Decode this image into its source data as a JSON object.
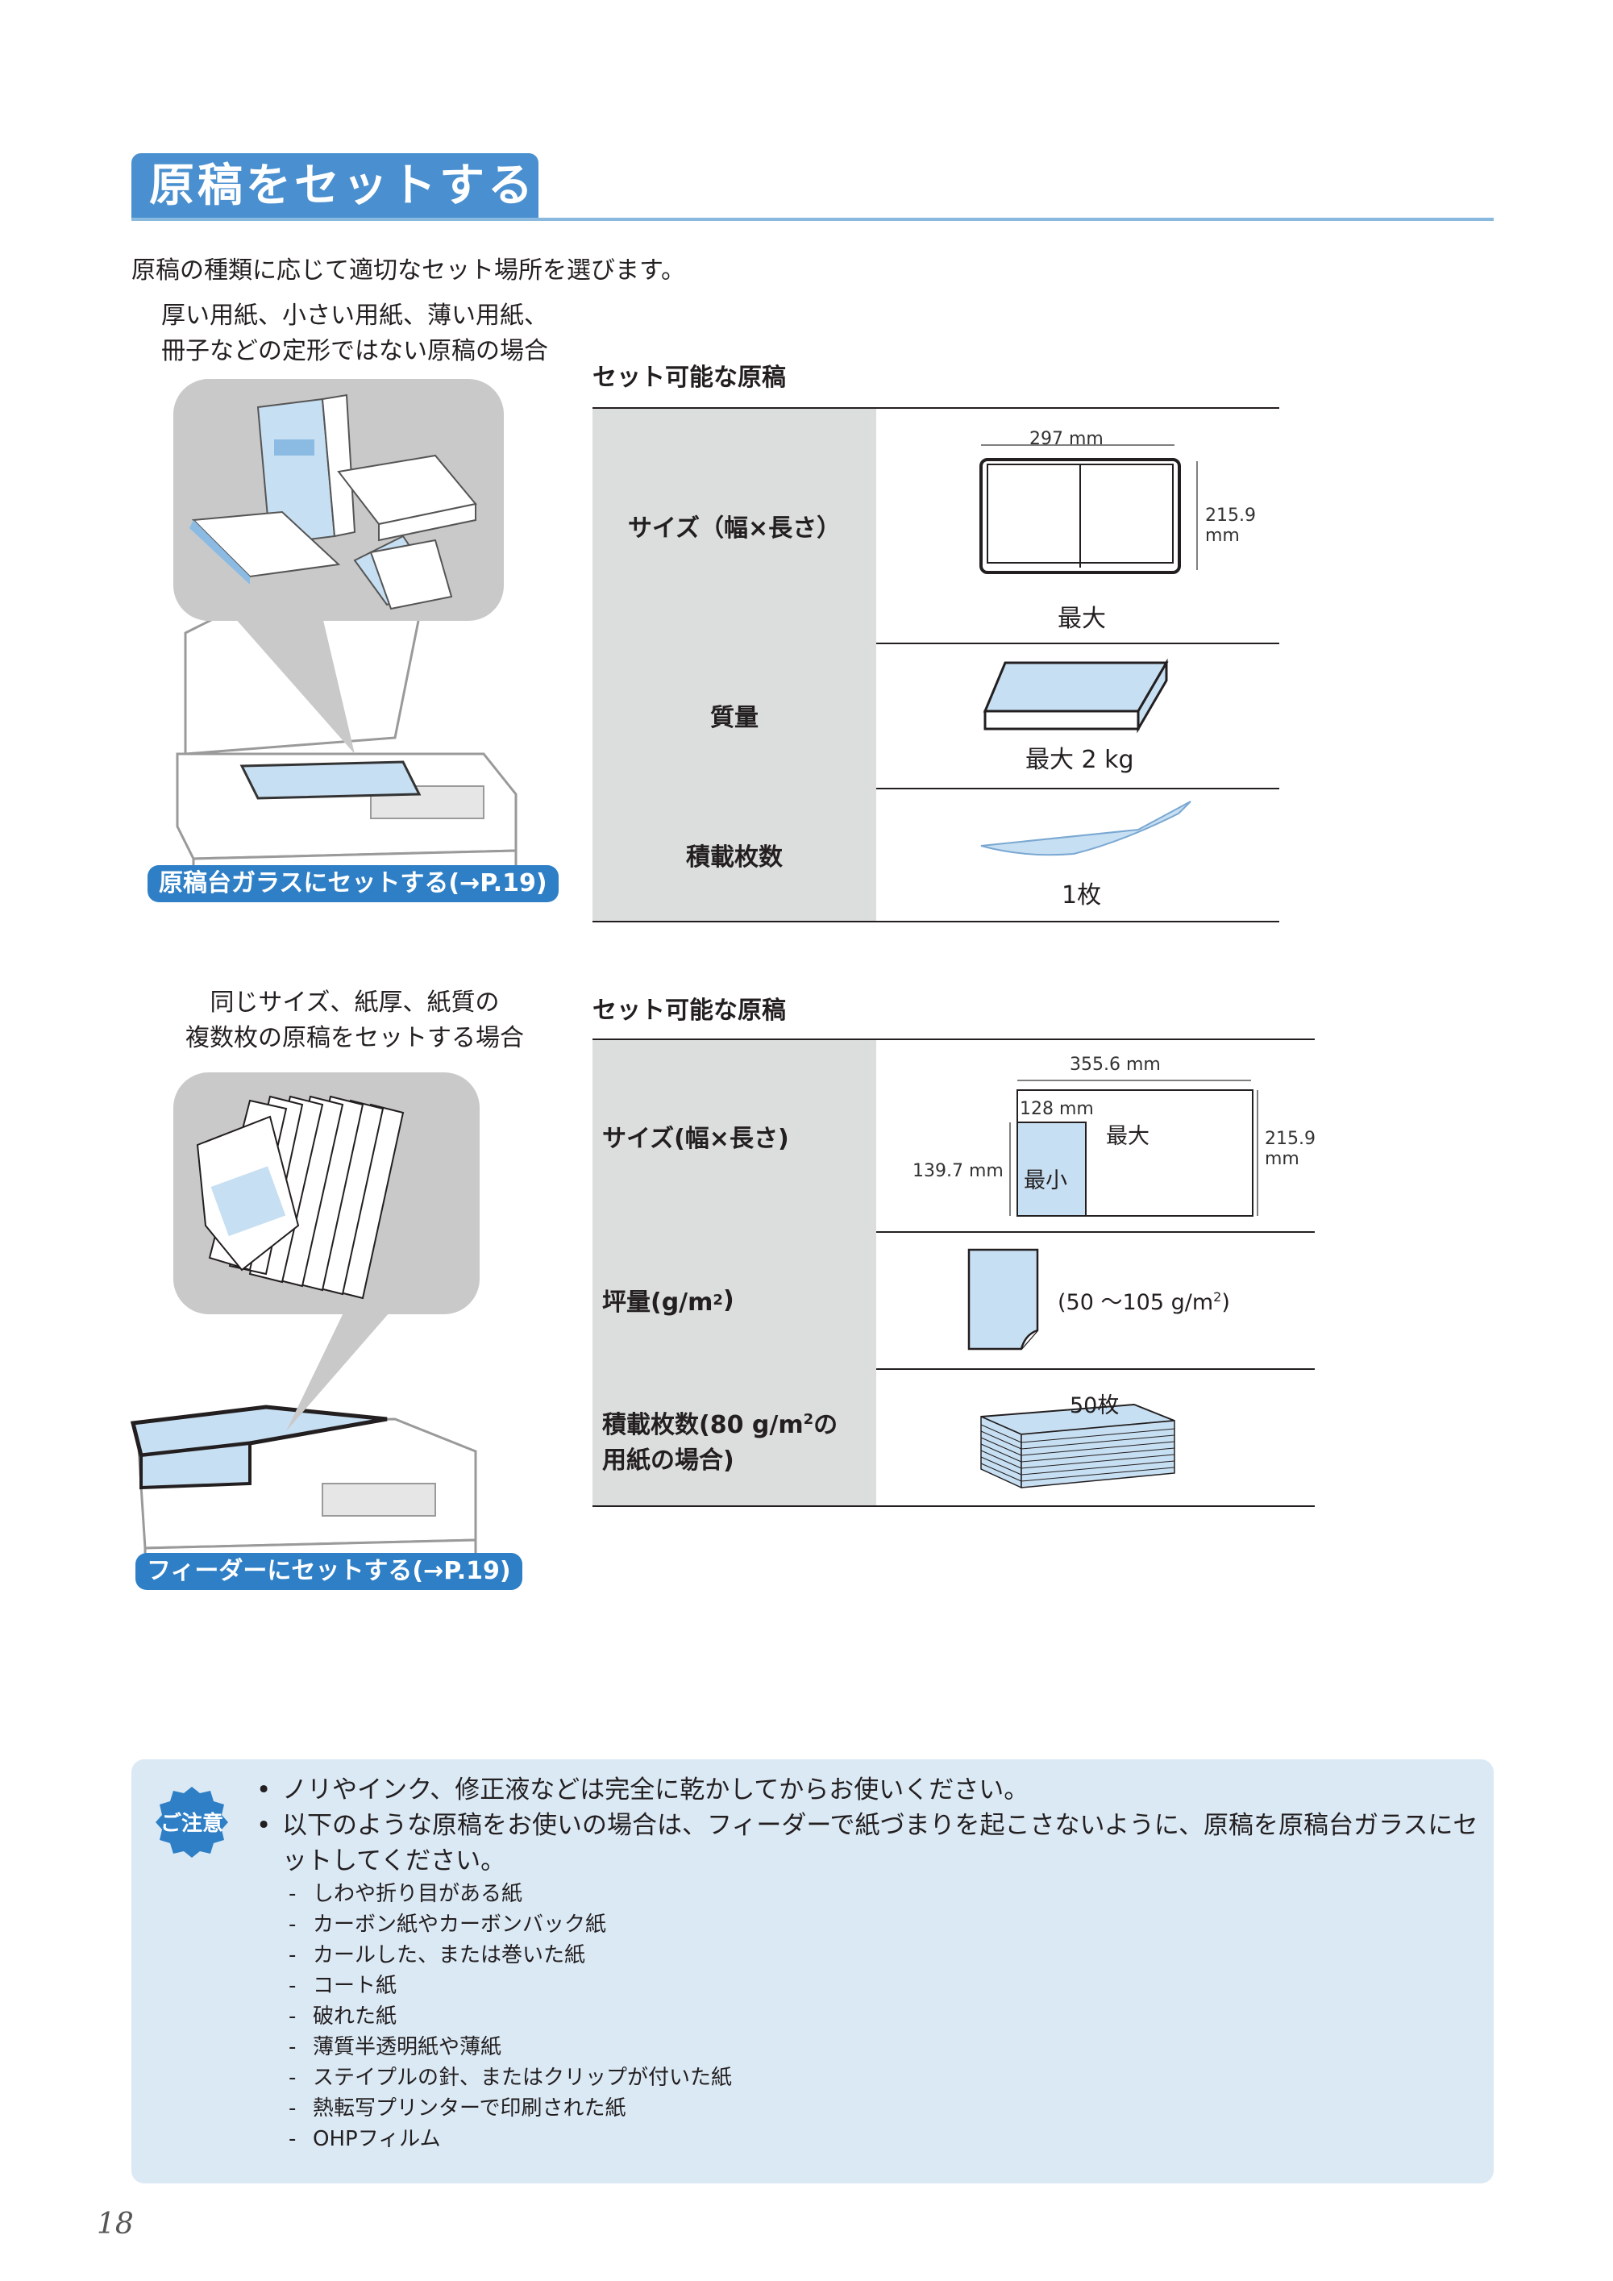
{
  "title": "原稿をセットする",
  "intro": "原稿の種類に応じて適切なセット場所を選びます。",
  "section1": {
    "caption_line1": "厚い用紙、小さい用紙、薄い用紙、",
    "caption_line2": "冊子などの定形ではない原稿の場合",
    "link_label": "原稿台ガラスにセットする(→P.19)",
    "table_title": "セット可能な原稿",
    "rows": {
      "size_label": "サイズ（幅×長さ）",
      "size_width": "297 mm",
      "size_length": "215.9 mm",
      "size_value": "最大",
      "weight_label": "質量",
      "weight_value": "最大 2 kg",
      "stack_label": "積載枚数",
      "stack_value": "1枚"
    }
  },
  "section2": {
    "caption_line1": "同じサイズ、紙厚、紙質の",
    "caption_line2": "複数枚の原稿をセットする場合",
    "link_label": "フィーダーにセットする(→P.19)",
    "table_title": "セット可能な原稿",
    "rows": {
      "size_label": "サイズ(幅×長さ)",
      "max_width": "355.6 mm",
      "min_width": "128 mm",
      "min_length": "139.7 mm",
      "max_length": "215.9 mm",
      "max_label": "最大",
      "min_label": "最小",
      "basis_label_pre": "坪量(g/m",
      "basis_label_sup": "2",
      "basis_label_post": ")",
      "basis_value_pre": "(50 〜105 g/m",
      "basis_value_sup": "2",
      "basis_value_post": ")",
      "stack_label_line1_pre": "積載枚数(80 g/m",
      "stack_label_line1_sup": "2",
      "stack_label_line1_post": "の",
      "stack_label_line2": "用紙の場合)",
      "stack_value": "50枚"
    }
  },
  "caution": {
    "badge": "ご注意",
    "bullets": [
      "ノリやインク、修正液などは完全に乾かしてからお使いください。",
      "以下のような原稿をお使いの場合は、フィーダーで紙づまりを起こさないように、原稿を原稿台ガラスにセットしてください。"
    ],
    "sub_items": [
      "しわや折り目がある紙",
      "カーボン紙やカーボンバック紙",
      "カールした、または巻いた紙",
      "コート紙",
      "破れた紙",
      "薄質半透明紙や薄紙",
      "ステイプルの針、またはクリップが付いた紙",
      "熱転写プリンターで印刷された紙",
      "OHPフィルム"
    ]
  },
  "page_number": "18",
  "colors": {
    "accent": "#4a8fcf",
    "link_pill": "#2e7fc6",
    "caution_bg": "#dbe9f5",
    "label_bg": "#dcdddd",
    "paper_blue": "#c7dff2"
  }
}
